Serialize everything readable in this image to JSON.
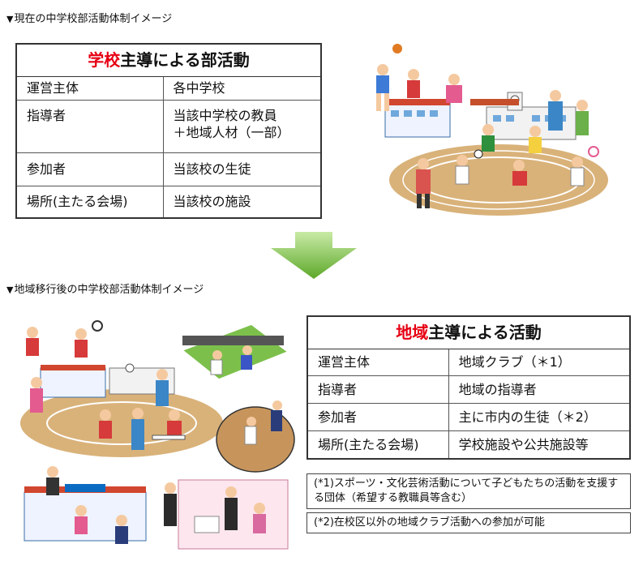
{
  "section1": {
    "heading": "現在の中学校部活動体制イメージ",
    "title_red": "学校",
    "title_rest": "主導による部活動",
    "rows": [
      {
        "label": "運営主体",
        "value": "各中学校"
      },
      {
        "label": "指導者",
        "value": "当該中学校の教員\n＋地域人材（一部）"
      },
      {
        "label": "参加者",
        "value": "当該校の生徒"
      },
      {
        "label": "場所(主たる会場)",
        "value": "当該校の施設"
      }
    ]
  },
  "section2": {
    "heading": "地域移行後の中学校部活動体制イメージ",
    "title_red": "地域",
    "title_rest": "主導による活動",
    "rows": [
      {
        "label": "運営主体",
        "value": "地域クラブ（＊1）"
      },
      {
        "label": "指導者",
        "value": "地域の指導者"
      },
      {
        "label": "参加者",
        "value": "主に市内の生徒（＊2）"
      },
      {
        "label": "場所(主たる会場)",
        "value": "学校施設や公共施設等"
      }
    ]
  },
  "notes": [
    "(*1)スポーツ・文化芸術活動について子どもたちの活動を支援する団体（希望する教職員等含む）",
    "(*2)在校区以外の地域クラブ活動への参加が可能"
  ],
  "heading_marker": "▼",
  "colors": {
    "highlight_red": "#e60012",
    "arrow_green": "#6ab82c",
    "field_tan": "#d9b27a",
    "grass_green": "#7cc04b"
  }
}
